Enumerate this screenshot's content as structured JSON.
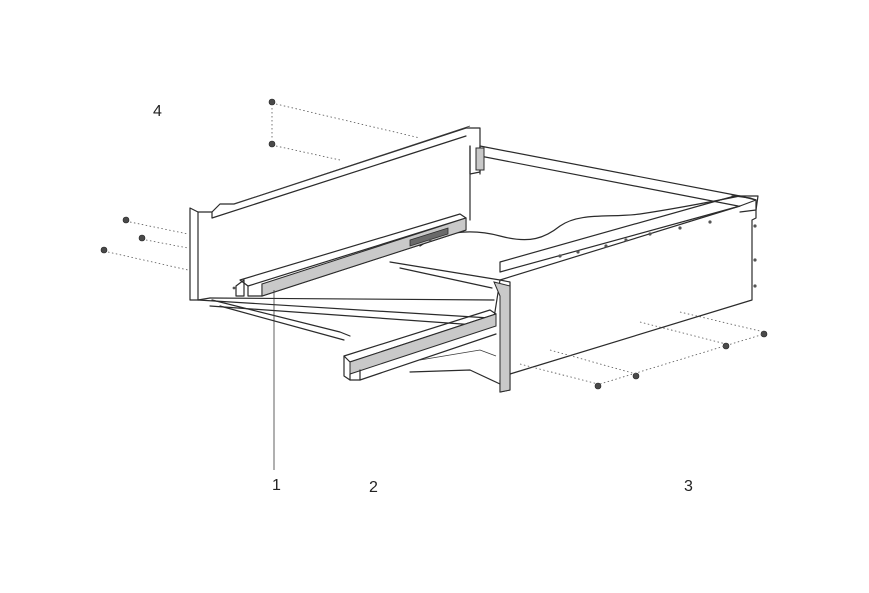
{
  "callouts": [
    {
      "label": "4"
    },
    {
      "label": "1"
    },
    {
      "label": "2"
    },
    {
      "label": "3"
    }
  ]
}
